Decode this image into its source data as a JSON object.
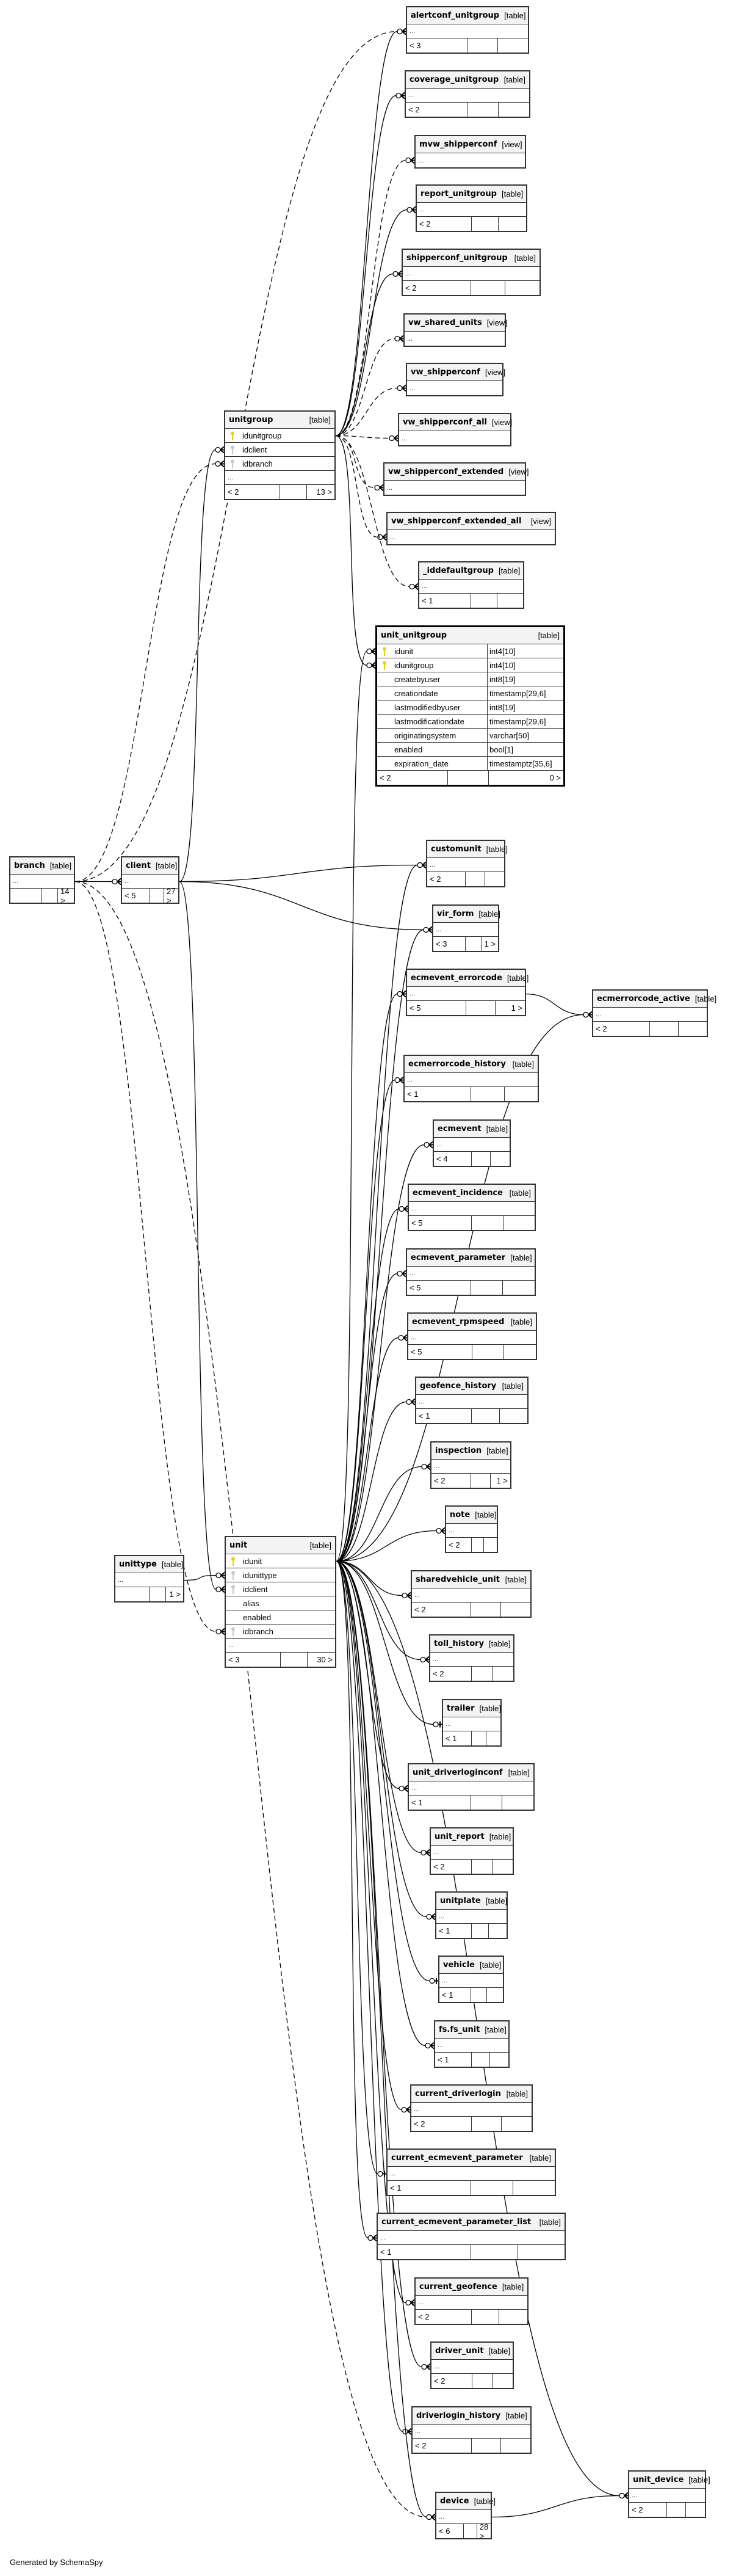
{
  "footer": "Generated by SchemaSpy",
  "focus_table": "unit_unitgroup",
  "tables": [
    {
      "id": "alertconf_unitgroup",
      "name": "alertconf_unitgroup",
      "type": "[table]",
      "left": "< 3",
      "mid": "",
      "right": ""
    },
    {
      "id": "coverage_unitgroup",
      "name": "coverage_unitgroup",
      "type": "[table]",
      "left": "< 2",
      "mid": "",
      "right": ""
    },
    {
      "id": "mvw_shipperconf",
      "name": "mvw_shipperconf",
      "type": "[view]"
    },
    {
      "id": "report_unitgroup",
      "name": "report_unitgroup",
      "type": "[table]",
      "left": "< 2",
      "mid": "",
      "right": ""
    },
    {
      "id": "shipperconf_unitgroup",
      "name": "shipperconf_unitgroup",
      "type": "[table]",
      "left": "< 2",
      "mid": "",
      "right": ""
    },
    {
      "id": "vw_shared_units",
      "name": "vw_shared_units",
      "type": "[view]"
    },
    {
      "id": "vw_shipperconf",
      "name": "vw_shipperconf",
      "type": "[view]"
    },
    {
      "id": "vw_shipperconf_all",
      "name": "vw_shipperconf_all",
      "type": "[view]"
    },
    {
      "id": "vw_shipperconf_extended",
      "name": "vw_shipperconf_extended",
      "type": "[view]"
    },
    {
      "id": "vw_shipperconf_extended_all",
      "name": "vw_shipperconf_extended_all",
      "type": "[view]"
    },
    {
      "id": "_iddefaultgroup",
      "name": "_iddefaultgroup",
      "type": "[table]",
      "left": "< 1",
      "mid": "",
      "right": ""
    },
    {
      "id": "unitgroup",
      "name": "unitgroup",
      "type": "[table]",
      "columns": [
        {
          "name": "idunitgroup",
          "key": "pk"
        },
        {
          "name": "idclient",
          "key": "fk"
        },
        {
          "name": "idbranch",
          "key": "fk"
        }
      ],
      "left": "< 2",
      "mid": "",
      "right": "13 >"
    },
    {
      "id": "unit_unitgroup",
      "name": "unit_unitgroup",
      "type": "[table]",
      "columns": [
        {
          "name": "idunit",
          "key": "pk",
          "type": "int4[10]"
        },
        {
          "name": "idunitgroup",
          "key": "pk",
          "type": "int4[10]"
        },
        {
          "name": "createbyuser",
          "type": "int8[19]"
        },
        {
          "name": "creationdate",
          "type": "timestamp[29,6]"
        },
        {
          "name": "lastmodifiedbyuser",
          "type": "int8[19]"
        },
        {
          "name": "lastmodificationdate",
          "type": "timestamp[29,6]"
        },
        {
          "name": "originatingsystem",
          "type": "varchar[50]"
        },
        {
          "name": "enabled",
          "type": "bool[1]"
        },
        {
          "name": "expiration_date",
          "type": "timestamptz[35,6]"
        }
      ],
      "left": "< 2",
      "mid": "",
      "right": "0 >"
    },
    {
      "id": "branch",
      "name": "branch",
      "type": "[table]",
      "left": "",
      "mid": "",
      "right": "14 >"
    },
    {
      "id": "client",
      "name": "client",
      "type": "[table]",
      "left": "< 5",
      "mid": "",
      "right": "27 >"
    },
    {
      "id": "customunit",
      "name": "customunit",
      "type": "[table]",
      "left": "< 2",
      "mid": "",
      "right": ""
    },
    {
      "id": "vir_form",
      "name": "vir_form",
      "type": "[table]",
      "left": "< 3",
      "mid": "",
      "right": "1 >"
    },
    {
      "id": "ecmevent_errorcode",
      "name": "ecmevent_errorcode",
      "type": "[table]",
      "left": "< 5",
      "mid": "",
      "right": "1 >"
    },
    {
      "id": "ecmerrorcode_active",
      "name": "ecmerrorcode_active",
      "type": "[table]",
      "left": "< 2",
      "mid": "",
      "right": ""
    },
    {
      "id": "ecmerrorcode_history",
      "name": "ecmerrorcode_history",
      "type": "[table]",
      "left": "< 1",
      "mid": "",
      "right": ""
    },
    {
      "id": "ecmevent",
      "name": "ecmevent",
      "type": "[table]",
      "left": "< 4",
      "mid": "",
      "right": ""
    },
    {
      "id": "ecmevent_incidence",
      "name": "ecmevent_incidence",
      "type": "[table]",
      "left": "< 5",
      "mid": "",
      "right": ""
    },
    {
      "id": "ecmevent_parameter",
      "name": "ecmevent_parameter",
      "type": "[table]",
      "left": "< 5",
      "mid": "",
      "right": ""
    },
    {
      "id": "ecmevent_rpmspeed",
      "name": "ecmevent_rpmspeed",
      "type": "[table]",
      "left": "< 5",
      "mid": "",
      "right": ""
    },
    {
      "id": "geofence_history",
      "name": "geofence_history",
      "type": "[table]",
      "left": "< 1",
      "mid": "",
      "right": ""
    },
    {
      "id": "inspection",
      "name": "inspection",
      "type": "[table]",
      "left": "< 2",
      "mid": "",
      "right": "1 >"
    },
    {
      "id": "note",
      "name": "note",
      "type": "[table]",
      "left": "< 2",
      "mid": "",
      "right": ""
    },
    {
      "id": "sharedvehicle_unit",
      "name": "sharedvehicle_unit",
      "type": "[table]",
      "left": "< 2",
      "mid": "",
      "right": ""
    },
    {
      "id": "toll_history",
      "name": "toll_history",
      "type": "[table]",
      "left": "< 2",
      "mid": "",
      "right": ""
    },
    {
      "id": "trailer",
      "name": "trailer",
      "type": "[table]",
      "left": "< 1",
      "mid": "",
      "right": ""
    },
    {
      "id": "unit_driverloginconf",
      "name": "unit_driverloginconf",
      "type": "[table]",
      "left": "< 1",
      "mid": "",
      "right": ""
    },
    {
      "id": "unittype",
      "name": "unittype",
      "type": "[table]",
      "left": "",
      "mid": "",
      "right": "1 >"
    },
    {
      "id": "unit",
      "name": "unit",
      "type": "[table]",
      "columns": [
        {
          "name": "idunit",
          "key": "pk"
        },
        {
          "name": "idunittype",
          "key": "fk"
        },
        {
          "name": "idclient",
          "key": "fk"
        },
        {
          "name": "alias"
        },
        {
          "name": "enabled"
        },
        {
          "name": "idbranch",
          "key": "fk"
        }
      ],
      "left": "< 3",
      "mid": "",
      "right": "30 >"
    },
    {
      "id": "unit_report",
      "name": "unit_report",
      "type": "[table]",
      "left": "< 2",
      "mid": "",
      "right": ""
    },
    {
      "id": "unitplate",
      "name": "unitplate",
      "type": "[table]",
      "left": "< 1",
      "mid": "",
      "right": ""
    },
    {
      "id": "vehicle",
      "name": "vehicle",
      "type": "[table]",
      "left": "< 1",
      "mid": "",
      "right": ""
    },
    {
      "id": "fs_fs_unit",
      "name": "fs.fs_unit",
      "type": "[table]",
      "left": "< 1",
      "mid": "",
      "right": ""
    },
    {
      "id": "current_driverlogin",
      "name": "current_driverlogin",
      "type": "[table]",
      "left": "< 2",
      "mid": "",
      "right": ""
    },
    {
      "id": "current_ecmevent_parameter",
      "name": "current_ecmevent_parameter",
      "type": "[table]",
      "left": "< 1",
      "mid": "",
      "right": ""
    },
    {
      "id": "current_ecmevent_parameter_list",
      "name": "current_ecmevent_parameter_list",
      "type": "[table]",
      "left": "< 1",
      "mid": "",
      "right": ""
    },
    {
      "id": "current_geofence",
      "name": "current_geofence",
      "type": "[table]",
      "left": "< 2",
      "mid": "",
      "right": ""
    },
    {
      "id": "driver_unit",
      "name": "driver_unit",
      "type": "[table]",
      "left": "< 2",
      "mid": "",
      "right": ""
    },
    {
      "id": "driverlogin_history",
      "name": "driverlogin_history",
      "type": "[table]",
      "left": "< 2",
      "mid": "",
      "right": ""
    },
    {
      "id": "device",
      "name": "device",
      "type": "[table]",
      "left": "< 6",
      "mid": "",
      "right": "28 >"
    },
    {
      "id": "unit_device",
      "name": "unit_device",
      "type": "[table]",
      "left": "< 2",
      "mid": "",
      "right": ""
    }
  ],
  "ellipsis": "...",
  "relationships": [
    {
      "from": "unitgroup",
      "to": "alertconf_unitgroup",
      "style": "solid",
      "end": "many"
    },
    {
      "from": "unitgroup",
      "to": "coverage_unitgroup",
      "style": "solid",
      "end": "many"
    },
    {
      "from": "unitgroup",
      "to": "mvw_shipperconf",
      "style": "dashed",
      "end": "many"
    },
    {
      "from": "unitgroup",
      "to": "report_unitgroup",
      "style": "solid",
      "end": "many"
    },
    {
      "from": "unitgroup",
      "to": "shipperconf_unitgroup",
      "style": "solid",
      "end": "many"
    },
    {
      "from": "unitgroup",
      "to": "vw_shared_units",
      "style": "dashed",
      "end": "many"
    },
    {
      "from": "unitgroup",
      "to": "vw_shipperconf",
      "style": "dashed",
      "end": "many"
    },
    {
      "from": "unitgroup",
      "to": "vw_shipperconf_all",
      "style": "dashed",
      "end": "many"
    },
    {
      "from": "unitgroup",
      "to": "vw_shipperconf_extended",
      "style": "dashed",
      "end": "many"
    },
    {
      "from": "unitgroup",
      "to": "vw_shipperconf_extended_all",
      "style": "dashed",
      "end": "many"
    },
    {
      "from": "unitgroup",
      "to": "_iddefaultgroup",
      "style": "dashed",
      "end": "many"
    },
    {
      "from": "unitgroup",
      "to": "unit_unitgroup",
      "style": "solid",
      "end": "many"
    },
    {
      "from": "branch",
      "to": "alertconf_unitgroup",
      "style": "dashed",
      "end": "many"
    },
    {
      "from": "branch",
      "to": "client",
      "style": "solid",
      "end": "many"
    },
    {
      "from": "client",
      "to": "unitgroup",
      "style": "solid",
      "end": "many"
    },
    {
      "from": "client",
      "to": "customunit",
      "style": "solid",
      "end": "many"
    },
    {
      "from": "client",
      "to": "vir_form",
      "style": "solid",
      "end": "many"
    },
    {
      "from": "client",
      "to": "unit",
      "style": "solid",
      "end": "many"
    },
    {
      "from": "unit",
      "to": "unit_unitgroup",
      "style": "solid",
      "end": "many"
    },
    {
      "from": "unit",
      "to": "customunit",
      "style": "solid",
      "end": "many"
    },
    {
      "from": "unit",
      "to": "vir_form",
      "style": "solid",
      "end": "many"
    },
    {
      "from": "unit",
      "to": "ecmevent_errorcode",
      "style": "solid",
      "end": "many"
    },
    {
      "from": "ecmevent_errorcode",
      "to": "ecmerrorcode_active",
      "style": "solid",
      "end": "many"
    },
    {
      "from": "unit",
      "to": "ecmerrorcode_active",
      "style": "solid",
      "end": "many"
    },
    {
      "from": "unit",
      "to": "ecmerrorcode_history",
      "style": "solid",
      "end": "many"
    },
    {
      "from": "unit",
      "to": "ecmevent",
      "style": "solid",
      "end": "many"
    },
    {
      "from": "unit",
      "to": "ecmevent_incidence",
      "style": "solid",
      "end": "many"
    },
    {
      "from": "unit",
      "to": "ecmevent_parameter",
      "style": "solid",
      "end": "many"
    },
    {
      "from": "unit",
      "to": "ecmevent_rpmspeed",
      "style": "solid",
      "end": "many"
    },
    {
      "from": "unit",
      "to": "geofence_history",
      "style": "solid",
      "end": "many"
    },
    {
      "from": "unit",
      "to": "inspection",
      "style": "solid",
      "end": "many"
    },
    {
      "from": "unit",
      "to": "note",
      "style": "solid",
      "end": "many"
    },
    {
      "from": "unit",
      "to": "sharedvehicle_unit",
      "style": "solid",
      "end": "many"
    },
    {
      "from": "unit",
      "to": "toll_history",
      "style": "solid",
      "end": "many"
    },
    {
      "from": "unit",
      "to": "trailer",
      "style": "solid",
      "end": "one"
    },
    {
      "from": "unit",
      "to": "unit_driverloginconf",
      "style": "solid",
      "end": "many"
    },
    {
      "from": "unit",
      "to": "unit_report",
      "style": "solid",
      "end": "many"
    },
    {
      "from": "unit",
      "to": "unitplate",
      "style": "solid",
      "end": "many"
    },
    {
      "from": "unit",
      "to": "vehicle",
      "style": "solid",
      "end": "one"
    },
    {
      "from": "unit",
      "to": "fs_fs_unit",
      "style": "solid",
      "end": "many"
    },
    {
      "from": "unit",
      "to": "current_driverlogin",
      "style": "solid",
      "end": "many"
    },
    {
      "from": "unit",
      "to": "current_ecmevent_parameter",
      "style": "solid",
      "end": "one"
    },
    {
      "from": "unit",
      "to": "current_ecmevent_parameter_list",
      "style": "solid",
      "end": "many"
    },
    {
      "from": "unit",
      "to": "current_geofence",
      "style": "solid",
      "end": "many"
    },
    {
      "from": "unit",
      "to": "driver_unit",
      "style": "solid",
      "end": "many"
    },
    {
      "from": "unit",
      "to": "driverlogin_history",
      "style": "solid",
      "end": "many"
    },
    {
      "from": "unit",
      "to": "device",
      "style": "solid",
      "end": "many"
    },
    {
      "from": "unit",
      "to": "unit_device",
      "style": "solid",
      "end": "many"
    },
    {
      "from": "device",
      "to": "unit_device",
      "style": "solid",
      "end": "many"
    },
    {
      "from": "unittype",
      "to": "unit",
      "style": "solid",
      "end": "many"
    },
    {
      "from": "branch",
      "to": "unit",
      "style": "dashed",
      "end": "many"
    },
    {
      "from": "branch",
      "to": "device",
      "style": "dashed",
      "end": "many"
    },
    {
      "from": "branch",
      "to": "unitgroup",
      "style": "dashed",
      "end": "many"
    }
  ]
}
